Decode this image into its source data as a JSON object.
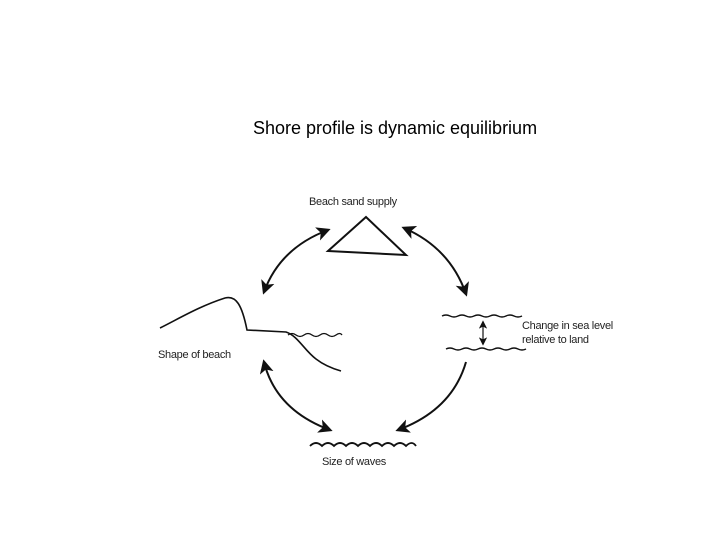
{
  "slide": {
    "title": "Shore profile is dynamic equilibrium"
  },
  "diagram": {
    "nodes": {
      "sand_supply": "Beach sand supply",
      "beach_shape": "Shape of beach",
      "sea_level_line1": "Change in sea level",
      "sea_level_line2": "relative to land",
      "wave_size": "Size of waves"
    },
    "links": [
      {
        "from": "Beach sand supply",
        "to": "Shape of beach",
        "direction": "both"
      },
      {
        "from": "Beach sand supply",
        "to": "Change in sea level relative to land",
        "direction": "both"
      },
      {
        "from": "Shape of beach",
        "to": "Size of waves",
        "direction": "both"
      },
      {
        "from": "Change in sea level relative to land",
        "to": "Size of waves",
        "direction": "one-way"
      }
    ]
  }
}
